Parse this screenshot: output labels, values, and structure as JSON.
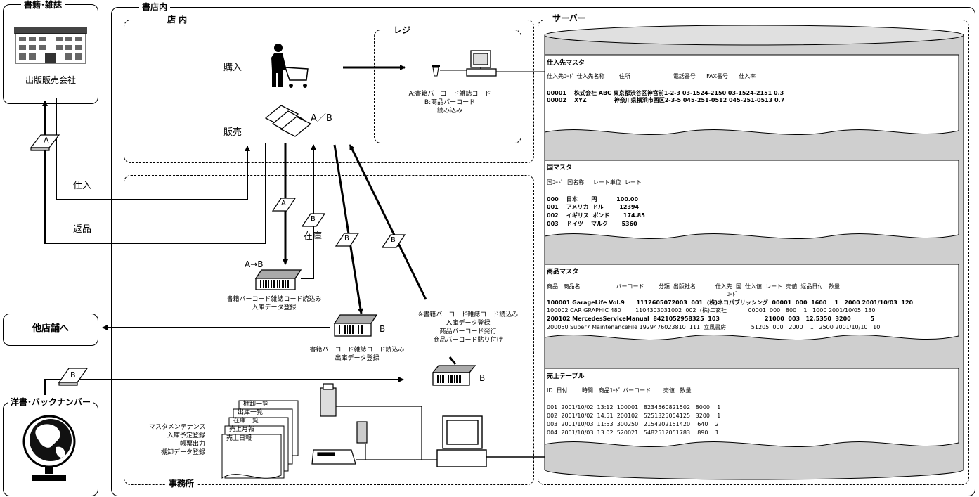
{
  "publisher": {
    "header": "書籍･雑誌",
    "name": "出版販売会社"
  },
  "other_store": {
    "label": "他店舗へ"
  },
  "foreign": {
    "header": "洋書･バックナンバー"
  },
  "bookstore": {
    "title": "書店内"
  },
  "store": {
    "title": "店 内"
  },
  "register": {
    "title": "レジ",
    "caption": [
      "A:書籍バーコード雑誌コード",
      "B:商品バーコード",
      "読み込み"
    ]
  },
  "office": {
    "title": "事務所",
    "tasks": [
      "マスタメンテナンス",
      "入庫予定登録",
      "帳票出力",
      "棚卸データ登録"
    ],
    "doc_stack": [
      "棚卸一覧",
      "出庫一覧",
      "在庫一覧",
      "売上月報",
      "売上日報"
    ]
  },
  "server": {
    "title": "サーバー"
  },
  "flow": {
    "purchase": "購入",
    "sale": "販売",
    "ab": "A／B",
    "shiire": "仕入",
    "henpin": "返品",
    "zaiko": "在庫",
    "a_to_b": "A→B",
    "tag_a": "A",
    "tag_b": "B",
    "nyuko_caption": [
      "書籍バーコード雑誌コード読込み",
      "入庫データ登録"
    ],
    "shukko_caption": [
      "書籍バーコード雑誌コード読込み",
      "出庫データ登録"
    ],
    "label_caption": [
      "※書籍バーコード雑誌コード読込み",
      "入庫データ登録",
      "商品バーコード発行",
      "商品バーコード貼り付け"
    ]
  },
  "tables": {
    "supplier": {
      "title": "仕入先マスタ",
      "header": "仕入先ｺｰﾄﾞ 仕入先名称        住所                        電話番号      FAX番号      仕入率",
      "rows": [
        "00001    株式会社 ABC 東京都渋谷区神宮前1-2-3 03-1524-2150 03-1524-2151 0.3",
        "00002    XYZ              神奈川県横浜市西区2-3-5 045-251-0512 045-251-0513 0.7"
      ]
    },
    "country": {
      "title": "国マスタ",
      "header": "国ｺｰﾄﾞ  国名称     レート単位  レート",
      "rows": [
        "000    日本       円          100.00",
        "001    アメリカ  ドル        12394",
        "002    イギリス  ポンド       174.85",
        "003    ドイツ    マルク       5360"
      ]
    },
    "product": {
      "title": "商品マスタ",
      "header": "商品   商品名                    バーコード        分類  出版社名           仕入先  国  仕入値  レート  売値  返品日付   数量",
      "header2": "ｺｰﾄﾞ",
      "rows": [
        "100001 GarageLife Vol.9      1112605072003  001  (株)ネコパブリッシング  00001  000  1600    1   2000 2001/10/03  120",
        "100002 CAR GRAPHIC 480        1104303031002  002  (株)二玄社            00001  000   800    1   1000 2001/10/05  130",
        "200102 MercedesServiceManual  8421052958325  103                       21000  003   12.5350  3200          5",
        "200050 Super7 MaintenanceFile 1929476023810  111  立風書房              51205  000   2000    1   2500 2001/10/10   10"
      ]
    },
    "sales": {
      "title": "売上テーブル",
      "header": "ID  日付        時間   商品ｺｰﾄﾞ バーコード       売値   数量",
      "rows": [
        "001  2001/10/02  13:12  100001   8234560821502   8000    1",
        "002  2001/10/02  14:51  200102   5251325054125   3200    1",
        "003  2001/10/03  11:53  300250   2154202151420    640    2",
        "004  2001/10/03  13:02  520021   5482512051783    890    1"
      ]
    }
  }
}
